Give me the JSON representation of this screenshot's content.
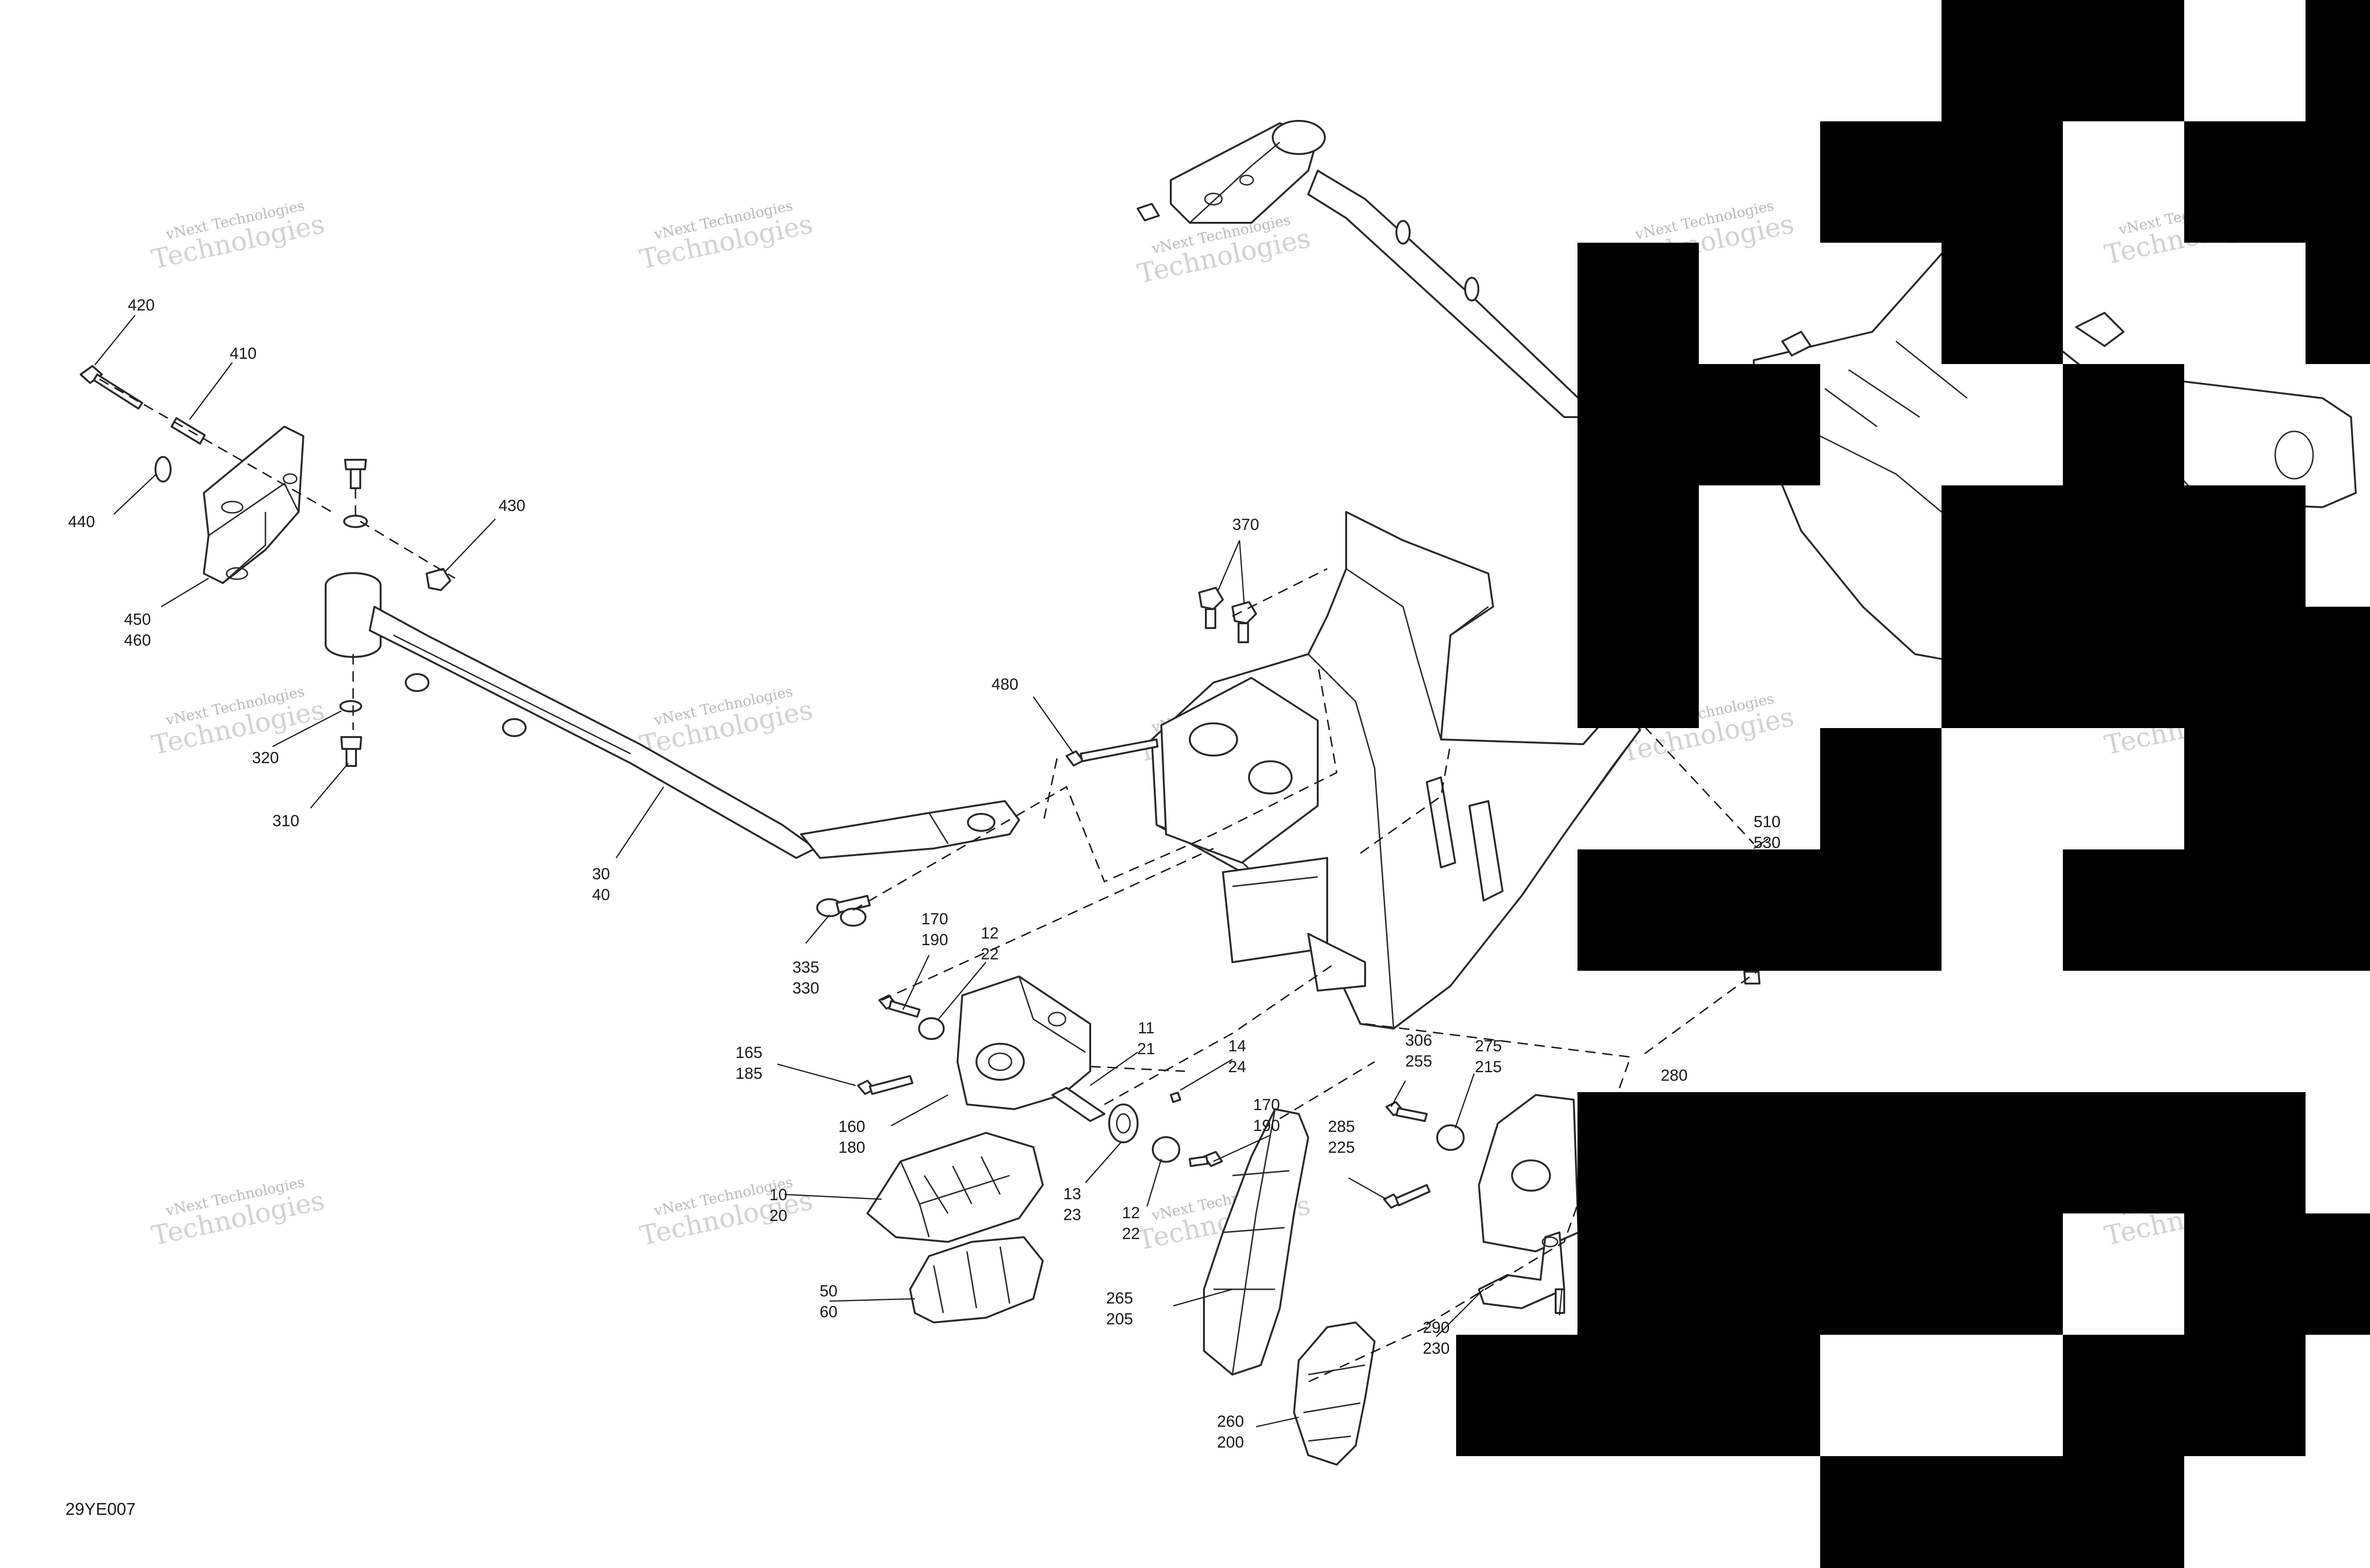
{
  "diagram": {
    "drawing_code": "29YE007",
    "watermark": {
      "line1": "vNext Technologies",
      "line2": "Technologies"
    },
    "callouts": [
      {
        "id": "c420",
        "lines": [
          "420"
        ]
      },
      {
        "id": "c410",
        "lines": [
          "410"
        ]
      },
      {
        "id": "c440",
        "lines": [
          "440"
        ]
      },
      {
        "id": "c430",
        "lines": [
          "430"
        ]
      },
      {
        "id": "c450",
        "lines": [
          "450",
          "460"
        ]
      },
      {
        "id": "c320",
        "lines": [
          "320"
        ]
      },
      {
        "id": "c310",
        "lines": [
          "310"
        ]
      },
      {
        "id": "c30",
        "lines": [
          "30",
          "40"
        ]
      },
      {
        "id": "c370",
        "lines": [
          "370"
        ]
      },
      {
        "id": "c480",
        "lines": [
          "480"
        ]
      },
      {
        "id": "c335",
        "lines": [
          "335",
          "330"
        ]
      },
      {
        "id": "c170a",
        "lines": [
          "170",
          "190"
        ]
      },
      {
        "id": "c12a",
        "lines": [
          "12",
          "22"
        ]
      },
      {
        "id": "c165",
        "lines": [
          "165",
          "185"
        ]
      },
      {
        "id": "c11",
        "lines": [
          "11",
          "21"
        ]
      },
      {
        "id": "c14",
        "lines": [
          "14",
          "24"
        ]
      },
      {
        "id": "c160",
        "lines": [
          "160",
          "180"
        ]
      },
      {
        "id": "c170b",
        "lines": [
          "170",
          "190"
        ]
      },
      {
        "id": "c13",
        "lines": [
          "13",
          "23"
        ]
      },
      {
        "id": "c12b",
        "lines": [
          "12",
          "22"
        ]
      },
      {
        "id": "c10",
        "lines": [
          "10",
          "20"
        ]
      },
      {
        "id": "c50",
        "lines": [
          "50",
          "60"
        ]
      },
      {
        "id": "c265",
        "lines": [
          "265",
          "205"
        ]
      },
      {
        "id": "c260",
        "lines": [
          "260",
          "200"
        ]
      },
      {
        "id": "c306",
        "lines": [
          "306",
          "255"
        ]
      },
      {
        "id": "c275",
        "lines": [
          "275",
          "215"
        ]
      },
      {
        "id": "c285",
        "lines": [
          "285",
          "225"
        ]
      },
      {
        "id": "c280",
        "lines": [
          "280"
        ]
      },
      {
        "id": "c290",
        "lines": [
          "290",
          "230"
        ]
      },
      {
        "id": "c510",
        "lines": [
          "510",
          "530"
        ]
      }
    ]
  }
}
